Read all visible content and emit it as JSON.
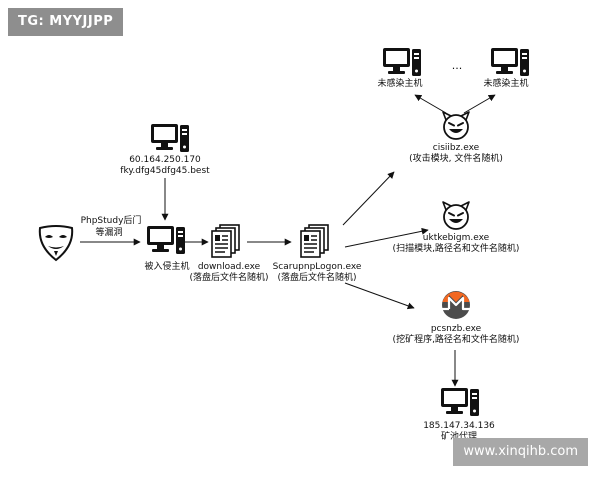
{
  "watermark_top": "TG: MYYJJPP",
  "watermark_bottom": "www.xinqihb.com",
  "nodes": {
    "c2_server": {
      "line1": "60.164.250.170",
      "line2": "fky.dfg45dfg45.best"
    },
    "attack_vector": {
      "line1": "PhpStudy后门",
      "line2": "等漏洞"
    },
    "victim": {
      "line1": "被入侵主机"
    },
    "download_exe": {
      "line1": "download.exe",
      "line2": "(落盘后文件名随机)"
    },
    "scarupnp_exe": {
      "line1": "ScarupnpLogon.exe",
      "line2": "(落盘后文件名随机)"
    },
    "uninfected_left": {
      "line1": "未感染主机"
    },
    "uninfected_right": {
      "line1": "未感染主机"
    },
    "ellipsis": "...",
    "cisiibz_exe": {
      "line1": "cisiibz.exe",
      "line2": "(攻击模块, 文件名随机)"
    },
    "uktkebigm_exe": {
      "line1": "uktkebigm.exe",
      "line2": "(扫描模块,路径名和文件名随机)"
    },
    "pcsnzb_exe": {
      "line1": "pcsnzb.exe",
      "line2": "(挖矿程序,路径名和文件名随机)"
    },
    "mining_proxy": {
      "line1": "185.147.34.136",
      "line2": "矿池代理"
    }
  },
  "colors": {
    "monero_orange": "#f26822",
    "monero_gray": "#4c4c4c",
    "ink": "#111111"
  },
  "icons": [
    "computer-icon",
    "document-icon",
    "devil-icon",
    "anonymous-mask-icon",
    "monero-icon"
  ]
}
